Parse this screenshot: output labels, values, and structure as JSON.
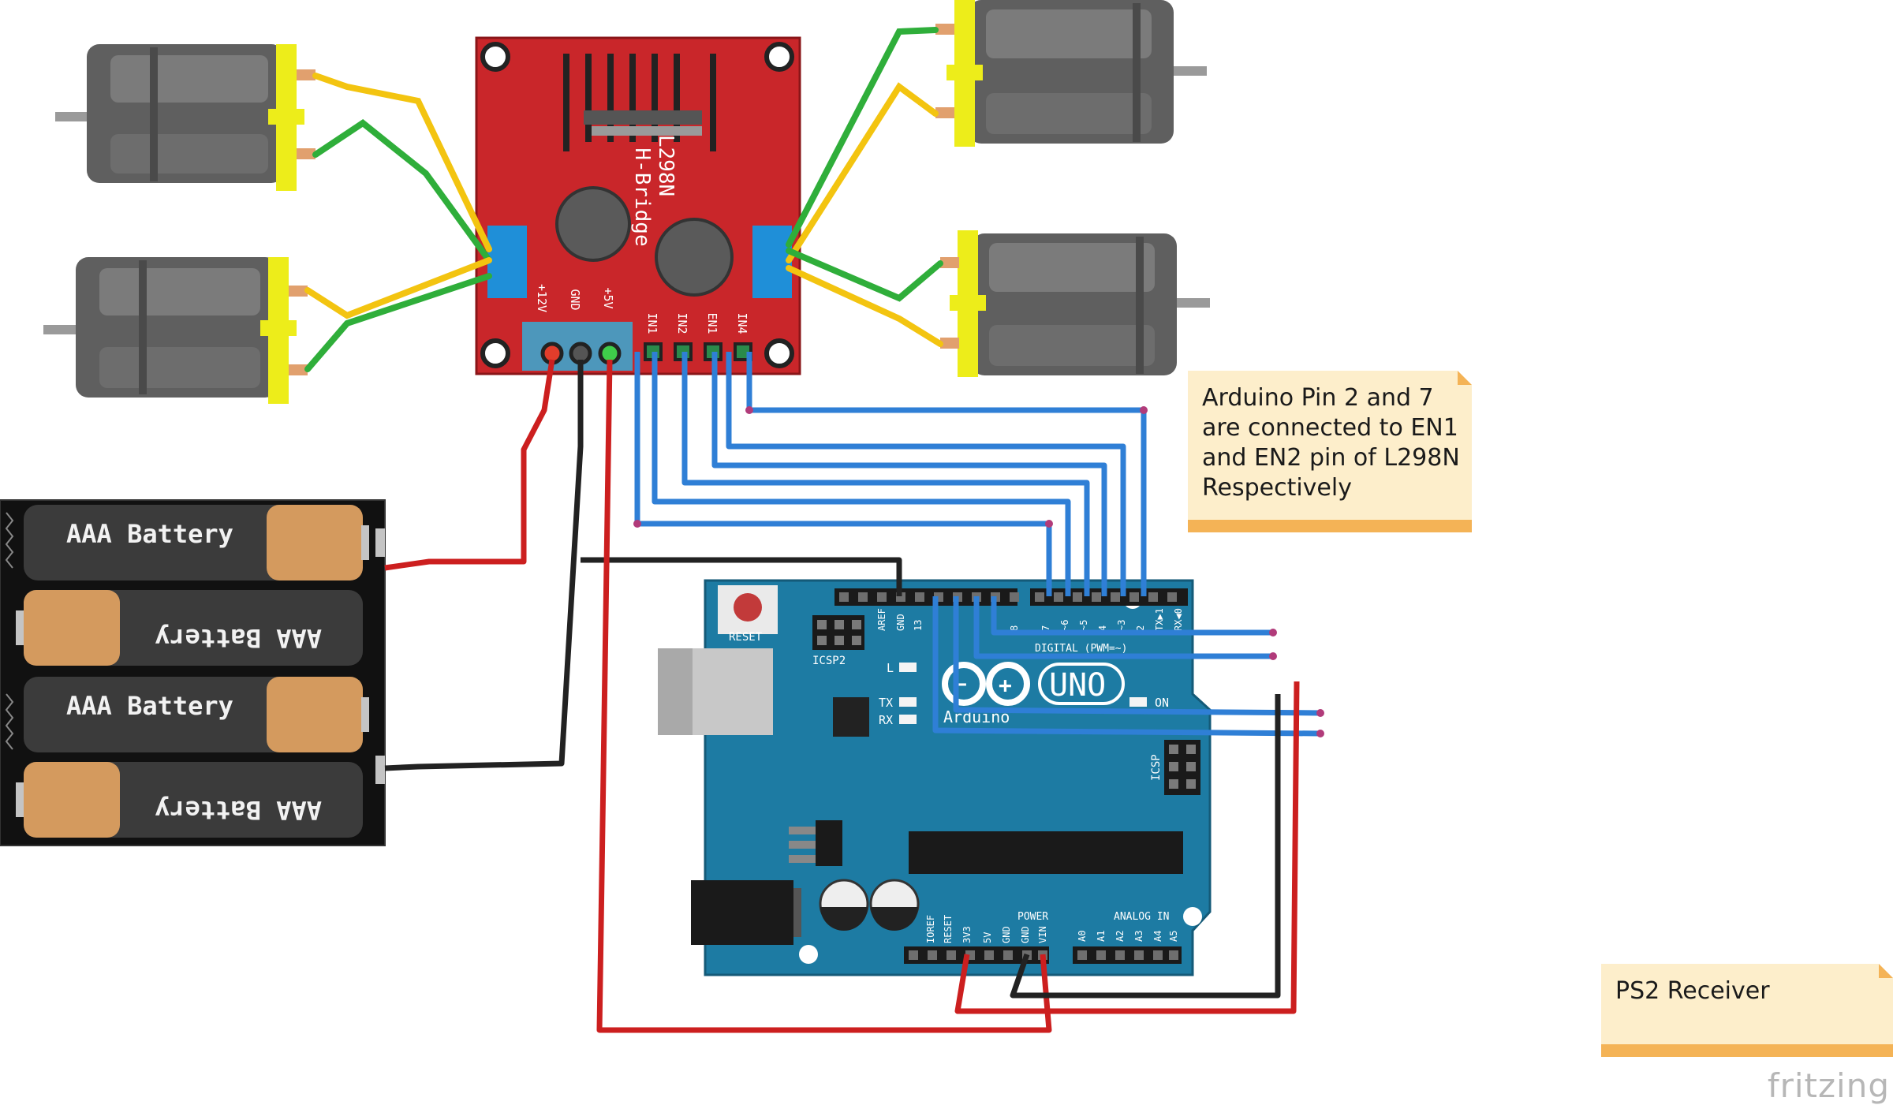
{
  "hbridge": {
    "line1": "L298N",
    "line2": "H-Bridge",
    "pins": [
      "+12V",
      "GND",
      "+5V",
      "IN1",
      "IN2",
      "EN1",
      "IN4"
    ]
  },
  "batteries": {
    "label": "AAA Battery"
  },
  "arduino": {
    "logo": "UNO",
    "brand": "Arduino",
    "reset": "RESET",
    "icsp2": "ICSP2",
    "icsp": "ICSP",
    "led_l": "L",
    "led_tx": "TX",
    "led_rx": "RX",
    "led_on": "ON",
    "digital": "DIGITAL (PWM=~)",
    "power": "POWER",
    "analog": "ANALOG IN",
    "top_header": [
      "AREF",
      "GND",
      "13",
      "8",
      "7",
      "~6",
      "~5",
      "4",
      "~3",
      "2",
      "TX▶1",
      "RX◀0"
    ],
    "bottom_power": [
      "IOREF",
      "RESET",
      "3V3",
      "5V",
      "GND",
      "GND",
      "VIN"
    ],
    "bottom_analog": [
      "A0",
      "A1",
      "A2",
      "A3",
      "A4",
      "A5"
    ]
  },
  "notes": {
    "pins_note": [
      "Arduino Pin 2 and 7",
      "are connected to EN1",
      "and EN2 pin of L298N",
      "Respectively"
    ],
    "ps2_note": "PS2 Receiver"
  },
  "watermark": "fritzing",
  "colors": {
    "wire_red": "#cc1f1f",
    "wire_black": "#222222",
    "wire_blue": "#2f7fd6",
    "wire_yellow": "#f3c410",
    "wire_green": "#2fae3a",
    "board_red": "#c9262a",
    "board_teal": "#1d7ba3",
    "note_fill": "#fdeecb",
    "note_strip": "#f4b356"
  }
}
